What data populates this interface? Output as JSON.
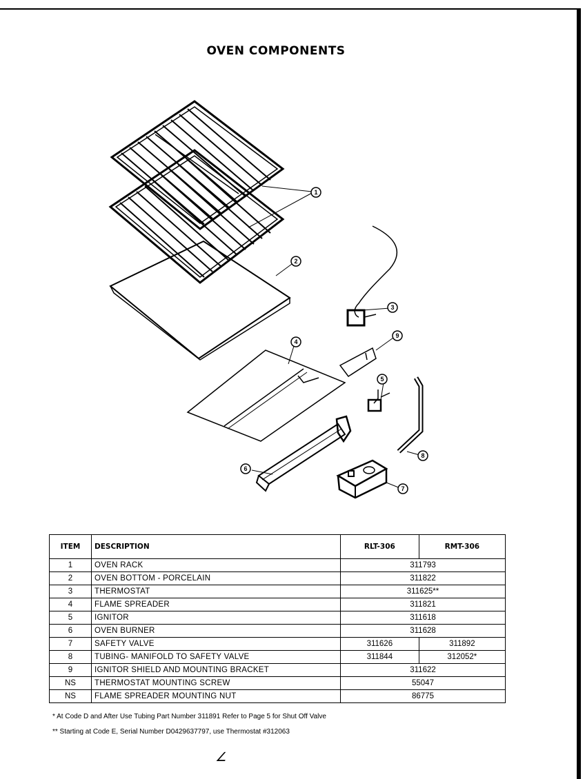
{
  "title": "OVEN COMPONENTS",
  "callouts": [
    "1",
    "2",
    "3",
    "4",
    "5",
    "6",
    "7",
    "8",
    "9"
  ],
  "table": {
    "headers": {
      "item": "ITEM",
      "description": "DESCRIPTION",
      "model_a": "RLT-306",
      "model_b": "RMT-306"
    },
    "rows": [
      {
        "item": "1",
        "description": "OVEN RACK",
        "shared": "311793"
      },
      {
        "item": "2",
        "description": "OVEN BOTTOM  -  PORCELAIN",
        "shared": "311822"
      },
      {
        "item": "3",
        "description": "THERMOSTAT",
        "shared": "311625**"
      },
      {
        "item": "4",
        "description": "FLAME SPREADER",
        "shared": "311821"
      },
      {
        "item": "5",
        "description": "IGNITOR",
        "shared": "311618"
      },
      {
        "item": "6",
        "description": "OVEN BURNER",
        "shared": "311628"
      },
      {
        "item": "7",
        "description": "SAFETY VALVE",
        "a": "311626",
        "b": "311892"
      },
      {
        "item": "8",
        "description": "TUBING-  MANIFOLD TO SAFETY VALVE",
        "a": "311844",
        "b": "312052*"
      },
      {
        "item": "9",
        "description": "IGNITOR SHIELD AND MOUNTING BRACKET",
        "shared": "311622"
      },
      {
        "item": "NS",
        "description": "THERMOSTAT MOUNTING SCREW",
        "shared": "55047"
      },
      {
        "item": "NS",
        "description": "FLAME SPREADER MOUNTING NUT",
        "shared": "86775"
      }
    ]
  },
  "notes": [
    "*  At Code D and After Use Tubing Part Number 311891  Refer to Page 5 for Shut Off Valve",
    "**  Starting at Code E, Serial Number D0429637797, use Thermostat #312063"
  ],
  "signature": "∠"
}
